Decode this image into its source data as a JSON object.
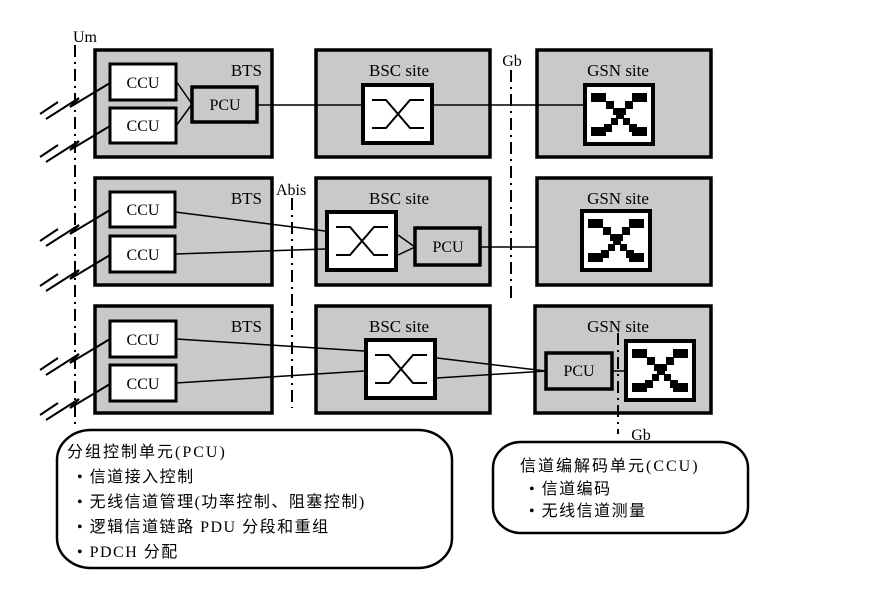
{
  "labels": {
    "bts": "BTS",
    "bsc": "BSC site",
    "gsn": "GSN site",
    "ccu": "CCU",
    "pcu": "PCU",
    "um": "Um",
    "abis": "Abis",
    "gb_top": "Gb",
    "gb_bottom": "Gb"
  },
  "callouts": {
    "pcu": {
      "title": "分组控制单元(PCU)",
      "items": [
        "• 信道接入控制",
        "• 无线信道管理(功率控制、阻塞控制)",
        "• 逻辑信道链路 PDU 分段和重组",
        "• PDCH 分配"
      ]
    },
    "ccu": {
      "title": "信道编解码单元(CCU)",
      "items": [
        "• 信道编码",
        "• 无线信道测量"
      ]
    }
  },
  "colors": {
    "site_fill": "#c9c9c9",
    "stroke": "#000000",
    "inner_fill": "#ffffff",
    "background": "#ffffff"
  }
}
